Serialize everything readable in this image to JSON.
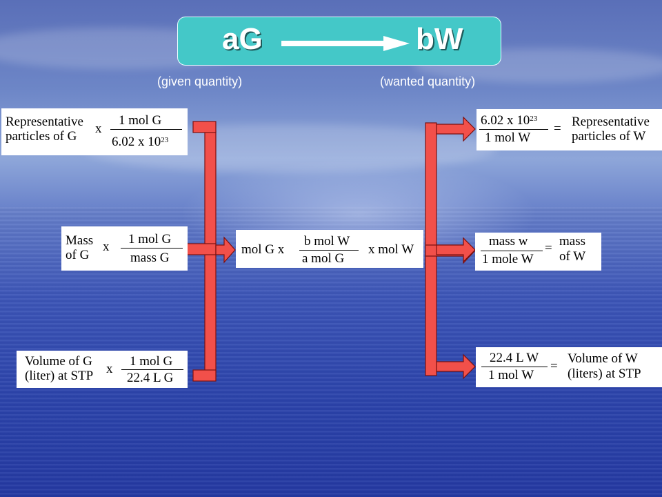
{
  "header": {
    "given_symbol": "aG",
    "wanted_symbol": "bW"
  },
  "captions": {
    "given": "(given quantity)",
    "wanted": "(wanted quantity)"
  },
  "left": {
    "particles": {
      "label_line1": "Representative",
      "label_line2": "particles of G",
      "times": "x",
      "numerator": "1 mol G",
      "denominator": "6.02 x 10",
      "exponent": "23"
    },
    "mass": {
      "label_line1": "Mass",
      "label_line2": "of G",
      "times": "x",
      "numerator": "1 mol G",
      "denominator": "mass G"
    },
    "volume": {
      "label_line1": "Volume of G",
      "label_line2": "(liter) at STP",
      "times": "x",
      "numerator": "1 mol G",
      "denominator": "22.4 L G"
    }
  },
  "center": {
    "prefix": "mol G x",
    "numerator": "b mol W",
    "denominator": "a mol G",
    "suffix": "x mol W"
  },
  "right": {
    "particles": {
      "numerator": "6.02 x 10",
      "exponent": "23",
      "denominator": "1 mol W",
      "equals": "=",
      "result_line1": "Representative",
      "result_line2": "particles of W"
    },
    "mass": {
      "numerator": "mass w",
      "denominator": "1 mole W",
      "equals": "=",
      "result_line1": "mass",
      "result_line2": "of W"
    },
    "volume": {
      "numerator": "22.4 L W",
      "denominator": "1 mol W",
      "equals": "=",
      "result_line1": "Volume of W",
      "result_line2": "(liters) at STP"
    }
  },
  "colors": {
    "arrow_fill": "#f2504a",
    "header_fill": "#44c8c8",
    "text": "#ffffff"
  }
}
